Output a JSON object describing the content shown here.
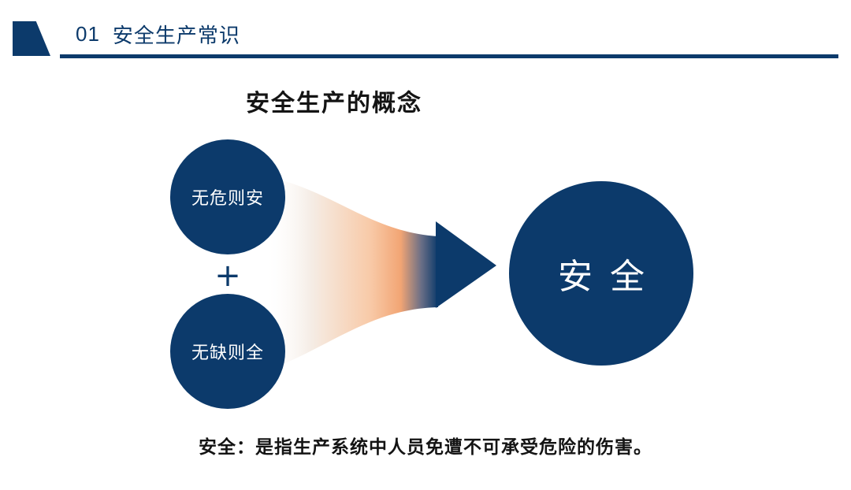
{
  "header": {
    "section_number": "01",
    "section_title": "安全生产常识"
  },
  "main": {
    "title": "安全生产的概念",
    "left_circle_top": "无危则安",
    "plus": "+",
    "left_circle_bottom": "无缺则全",
    "result_circle": "安全",
    "definition": "安全：是指生产系统中人员免遭不可承受危险的伤害。"
  },
  "colors": {
    "primary": "#0c3a6b",
    "accent_orange": "#f2a574",
    "text_dark": "#141414"
  }
}
